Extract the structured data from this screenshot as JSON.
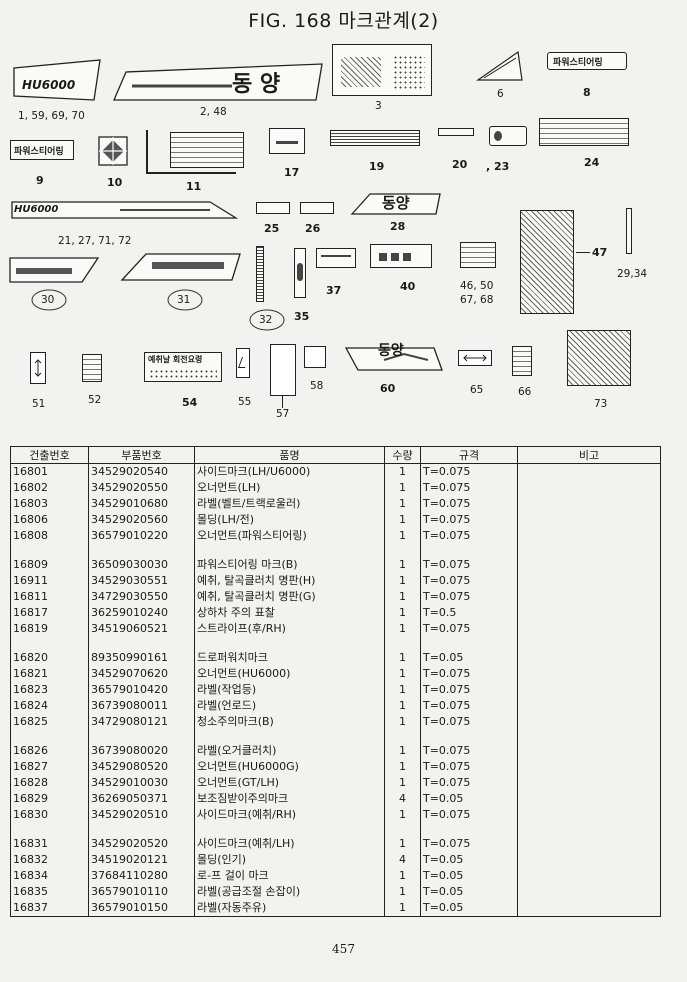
{
  "page": {
    "title": "FIG. 168 마크관계(2)",
    "number": "457"
  },
  "parts": {
    "p1": {
      "label": "1, 59, 69, 70",
      "text": "HU6000"
    },
    "p2": {
      "label": "2, 48",
      "text": "동 양"
    },
    "p3": {
      "label": "3"
    },
    "p6": {
      "label": "6"
    },
    "p8": {
      "label": "8",
      "text": "파워스티어링"
    },
    "p9": {
      "label": "9",
      "text": "파워스티어링"
    },
    "p10": {
      "label": "10"
    },
    "p11": {
      "label": "11"
    },
    "p17": {
      "label": "17"
    },
    "p19": {
      "label": "19"
    },
    "p20": {
      "label": "20"
    },
    "p23": {
      "label": ", 23"
    },
    "p24": {
      "label": "24"
    },
    "p21": {
      "label": "21, 27, 71, 72",
      "text": "HU6000"
    },
    "p25": {
      "label": "25"
    },
    "p26": {
      "label": "26"
    },
    "p28": {
      "label": "28",
      "text": "동양"
    },
    "p47": {
      "label": "47"
    },
    "p2934": {
      "label": "29,34"
    },
    "p30": {
      "label": "30"
    },
    "p31": {
      "label": "31"
    },
    "p32": {
      "label": "32"
    },
    "p35": {
      "label": "35"
    },
    "p37": {
      "label": "37"
    },
    "p40": {
      "label": "40"
    },
    "p4650": {
      "label": "46, 50"
    },
    "p6768": {
      "label": "67, 68"
    },
    "p51": {
      "label": "51"
    },
    "p52": {
      "label": "52"
    },
    "p54": {
      "label": "54",
      "text": "예취날 회전요령"
    },
    "p55": {
      "label": "55"
    },
    "p57": {
      "label": "57"
    },
    "p58": {
      "label": "58"
    },
    "p60": {
      "label": "60",
      "text": "동양"
    },
    "p65": {
      "label": "65"
    },
    "p66": {
      "label": "66"
    },
    "p73": {
      "label": "73"
    }
  },
  "table": {
    "headers": [
      "건출번호",
      "부품번호",
      "품명",
      "수량",
      "규격",
      "비고"
    ],
    "rows": [
      [
        "16801",
        "34529020540",
        "사이드마크(LH/U6000)",
        "1",
        "T=0.075",
        ""
      ],
      [
        "16802",
        "34529020550",
        "오너먼트(LH)",
        "1",
        "T=0.075",
        ""
      ],
      [
        "16803",
        "34529010680",
        "라벨(벨트/트랙로울러)",
        "1",
        "T=0.075",
        ""
      ],
      [
        "16806",
        "34529020560",
        "몰딩(LH/전)",
        "1",
        "T=0.075",
        ""
      ],
      [
        "16808",
        "36579010220",
        "오너먼트(파워스티어링)",
        "1",
        "T=0.075",
        ""
      ],
      [
        "16809",
        "36509030030",
        "파워스티어링 마크(B)",
        "1",
        "T=0.075",
        ""
      ],
      [
        "16911",
        "34529030551",
        "예취, 탈곡클러치 명판(H)",
        "1",
        "T=0.075",
        ""
      ],
      [
        "16811",
        "34729030550",
        "예취, 탈곡클러치 명판(G)",
        "1",
        "T=0.075",
        ""
      ],
      [
        "16817",
        "36259010240",
        "상하차 주의 표찰",
        "1",
        "T=0.5",
        ""
      ],
      [
        "16819",
        "34519060521",
        "스트라이프(후/RH)",
        "1",
        "T=0.075",
        ""
      ],
      [
        "16820",
        "89350990161",
        "드로퍼워치마크",
        "1",
        "T=0.05",
        ""
      ],
      [
        "16821",
        "34529070620",
        "오너먼트(HU6000)",
        "1",
        "T=0.075",
        ""
      ],
      [
        "16823",
        "36579010420",
        "라벨(작업등)",
        "1",
        "T=0.075",
        ""
      ],
      [
        "16824",
        "36739080011",
        "라벨(언로드)",
        "1",
        "T=0.075",
        ""
      ],
      [
        "16825",
        "34729080121",
        "청소주의마크(B)",
        "1",
        "T=0.075",
        ""
      ],
      [
        "16826",
        "36739080020",
        "라벨(오거클러치)",
        "1",
        "T=0.075",
        ""
      ],
      [
        "16827",
        "34529080520",
        "오너먼트(HU6000G)",
        "1",
        "T=0.075",
        ""
      ],
      [
        "16828",
        "34529010030",
        "오너먼트(GT/LH)",
        "1",
        "T=0.075",
        ""
      ],
      [
        "16829",
        "36269050371",
        "보조짐받이주의마크",
        "4",
        "T=0.05",
        ""
      ],
      [
        "16830",
        "34529020510",
        "사이드마크(예취/RH)",
        "1",
        "T=0.075",
        ""
      ],
      [
        "16831",
        "34529020520",
        "사이드마크(예취/LH)",
        "1",
        "T=0.075",
        ""
      ],
      [
        "16832",
        "34519020121",
        "몰딩(인기)",
        "4",
        "T=0.05",
        ""
      ],
      [
        "16834",
        "37684110280",
        "로-프 걸이 마크",
        "1",
        "T=0.05",
        ""
      ],
      [
        "16835",
        "36579010110",
        "라벨(공급조절 손잡이)",
        "1",
        "T=0.05",
        ""
      ],
      [
        "16837",
        "36579010150",
        "라벨(자동주유)",
        "1",
        "T=0.05",
        ""
      ]
    ]
  }
}
